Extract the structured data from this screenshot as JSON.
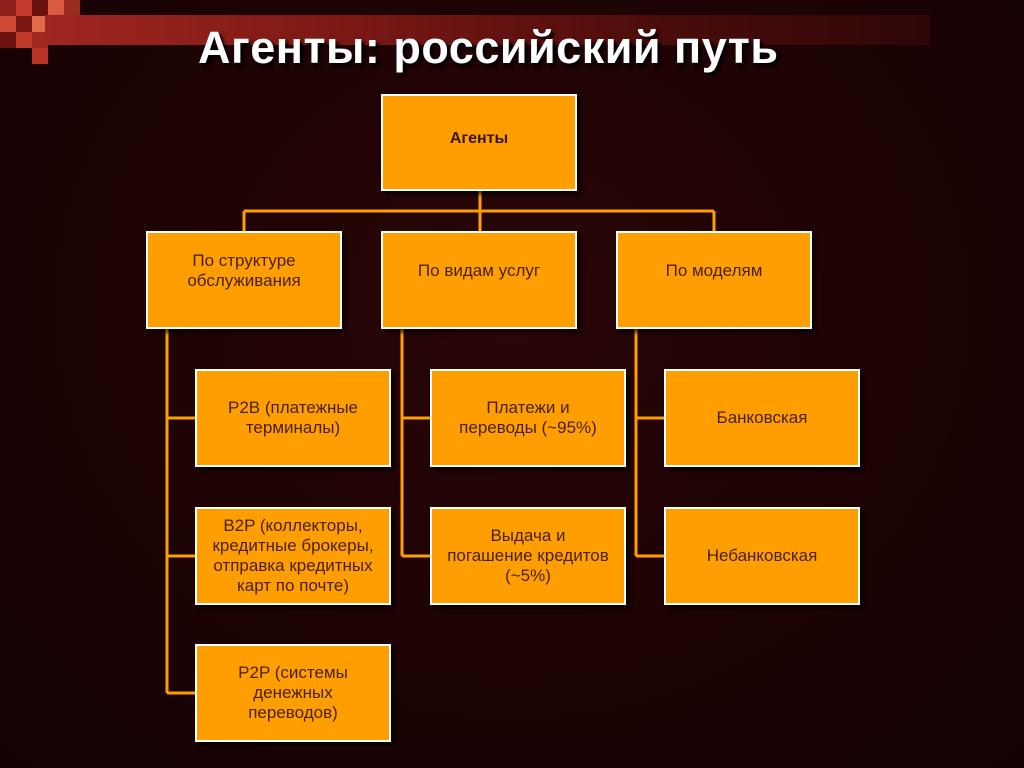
{
  "slide": {
    "title": "Агенты: российский путь"
  },
  "diagram": {
    "root": {
      "label": "Агенты"
    },
    "categories": [
      {
        "label": "По структуре\nобслуживания",
        "children": [
          {
            "label": "P2B (платежные\nтерминалы)"
          },
          {
            "label": "B2P (коллекторы,\nкредитные брокеры,\nотправка кредитных\nкарт по почте)"
          },
          {
            "label": "P2P (системы\nденежных\nпереводов)"
          }
        ]
      },
      {
        "label": "По видам услуг",
        "children": [
          {
            "label": "Платежи и\nпереводы (~95%)"
          },
          {
            "label": "Выдача и\nпогашение кредитов\n(~5%)"
          }
        ]
      },
      {
        "label": "По моделям",
        "children": [
          {
            "label": "Банковская"
          },
          {
            "label": "Небанковская"
          }
        ]
      }
    ]
  },
  "colors": {
    "background": "#1c0304",
    "node_fill": "#ff9e00",
    "node_border": "#ffffff",
    "node_text": "#4a2200",
    "connector": "#ff9e00",
    "title_text": "#ffffff"
  }
}
